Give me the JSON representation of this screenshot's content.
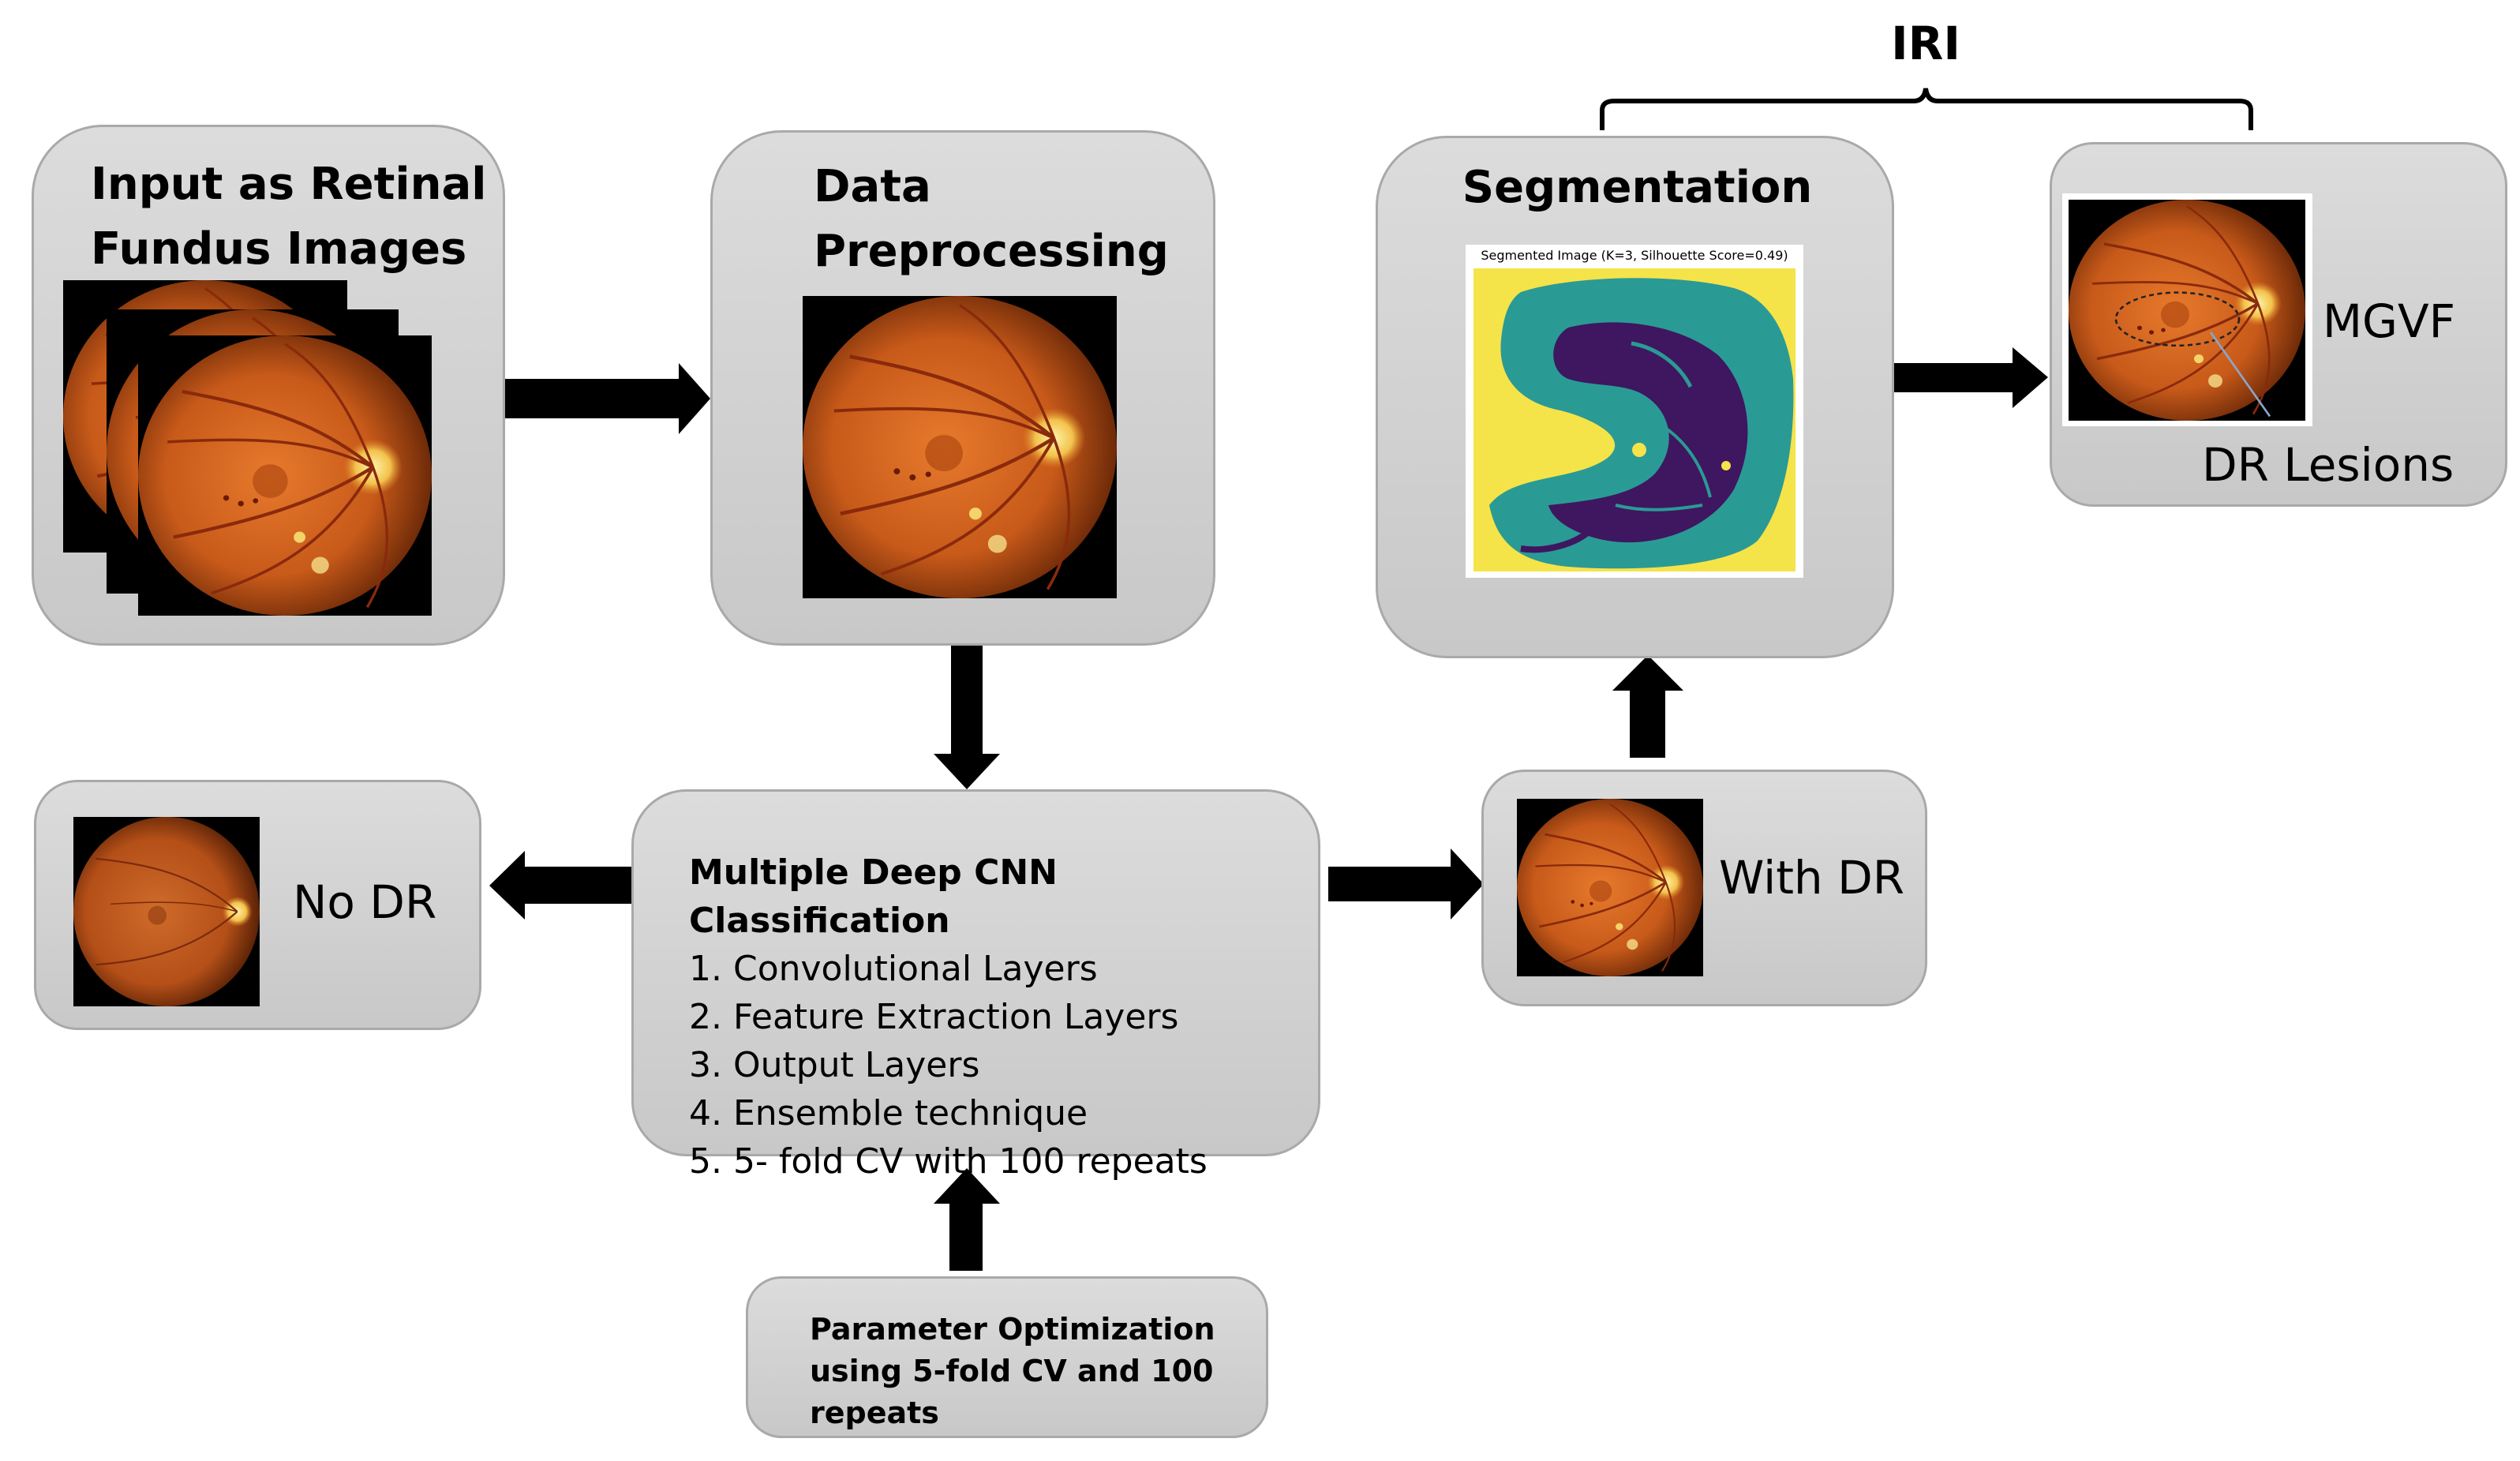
{
  "input_box": {
    "title_line1": "Input as Retinal",
    "title_line2": "Fundus Images"
  },
  "preprocess_box": {
    "title_line1": "Data",
    "title_line2": "Preprocessing"
  },
  "segmentation_box": {
    "title": "Segmentation",
    "caption": "Segmented Image (K=3, Silhouette Score=0.49)"
  },
  "iri_label": "IRI",
  "mgvf_box": {
    "label": "MGVF",
    "lesions_label": "DR Lesions"
  },
  "no_dr_box": {
    "label": "No DR"
  },
  "with_dr_box": {
    "label": "With DR"
  },
  "cnn_box": {
    "title": "Multiple Deep CNN Classification",
    "items": [
      "1. Convolutional Layers",
      "2. Feature Extraction Layers",
      "3. Output Layers",
      "4. Ensemble technique",
      "5. 5- fold CV with 100 repeats"
    ]
  },
  "param_box": {
    "line1": "Parameter Optimization",
    "line2": "using 5-fold CV and 100",
    "line3": "repeats"
  },
  "colors": {
    "box_fill": "#d3d3d3",
    "box_border": "#a9a9a9",
    "arrow": "#000000",
    "seg_yellow": "#f5e34a",
    "seg_teal": "#2a9a95",
    "seg_purple": "#3f1660",
    "fundus_orange": "#d9671f"
  }
}
